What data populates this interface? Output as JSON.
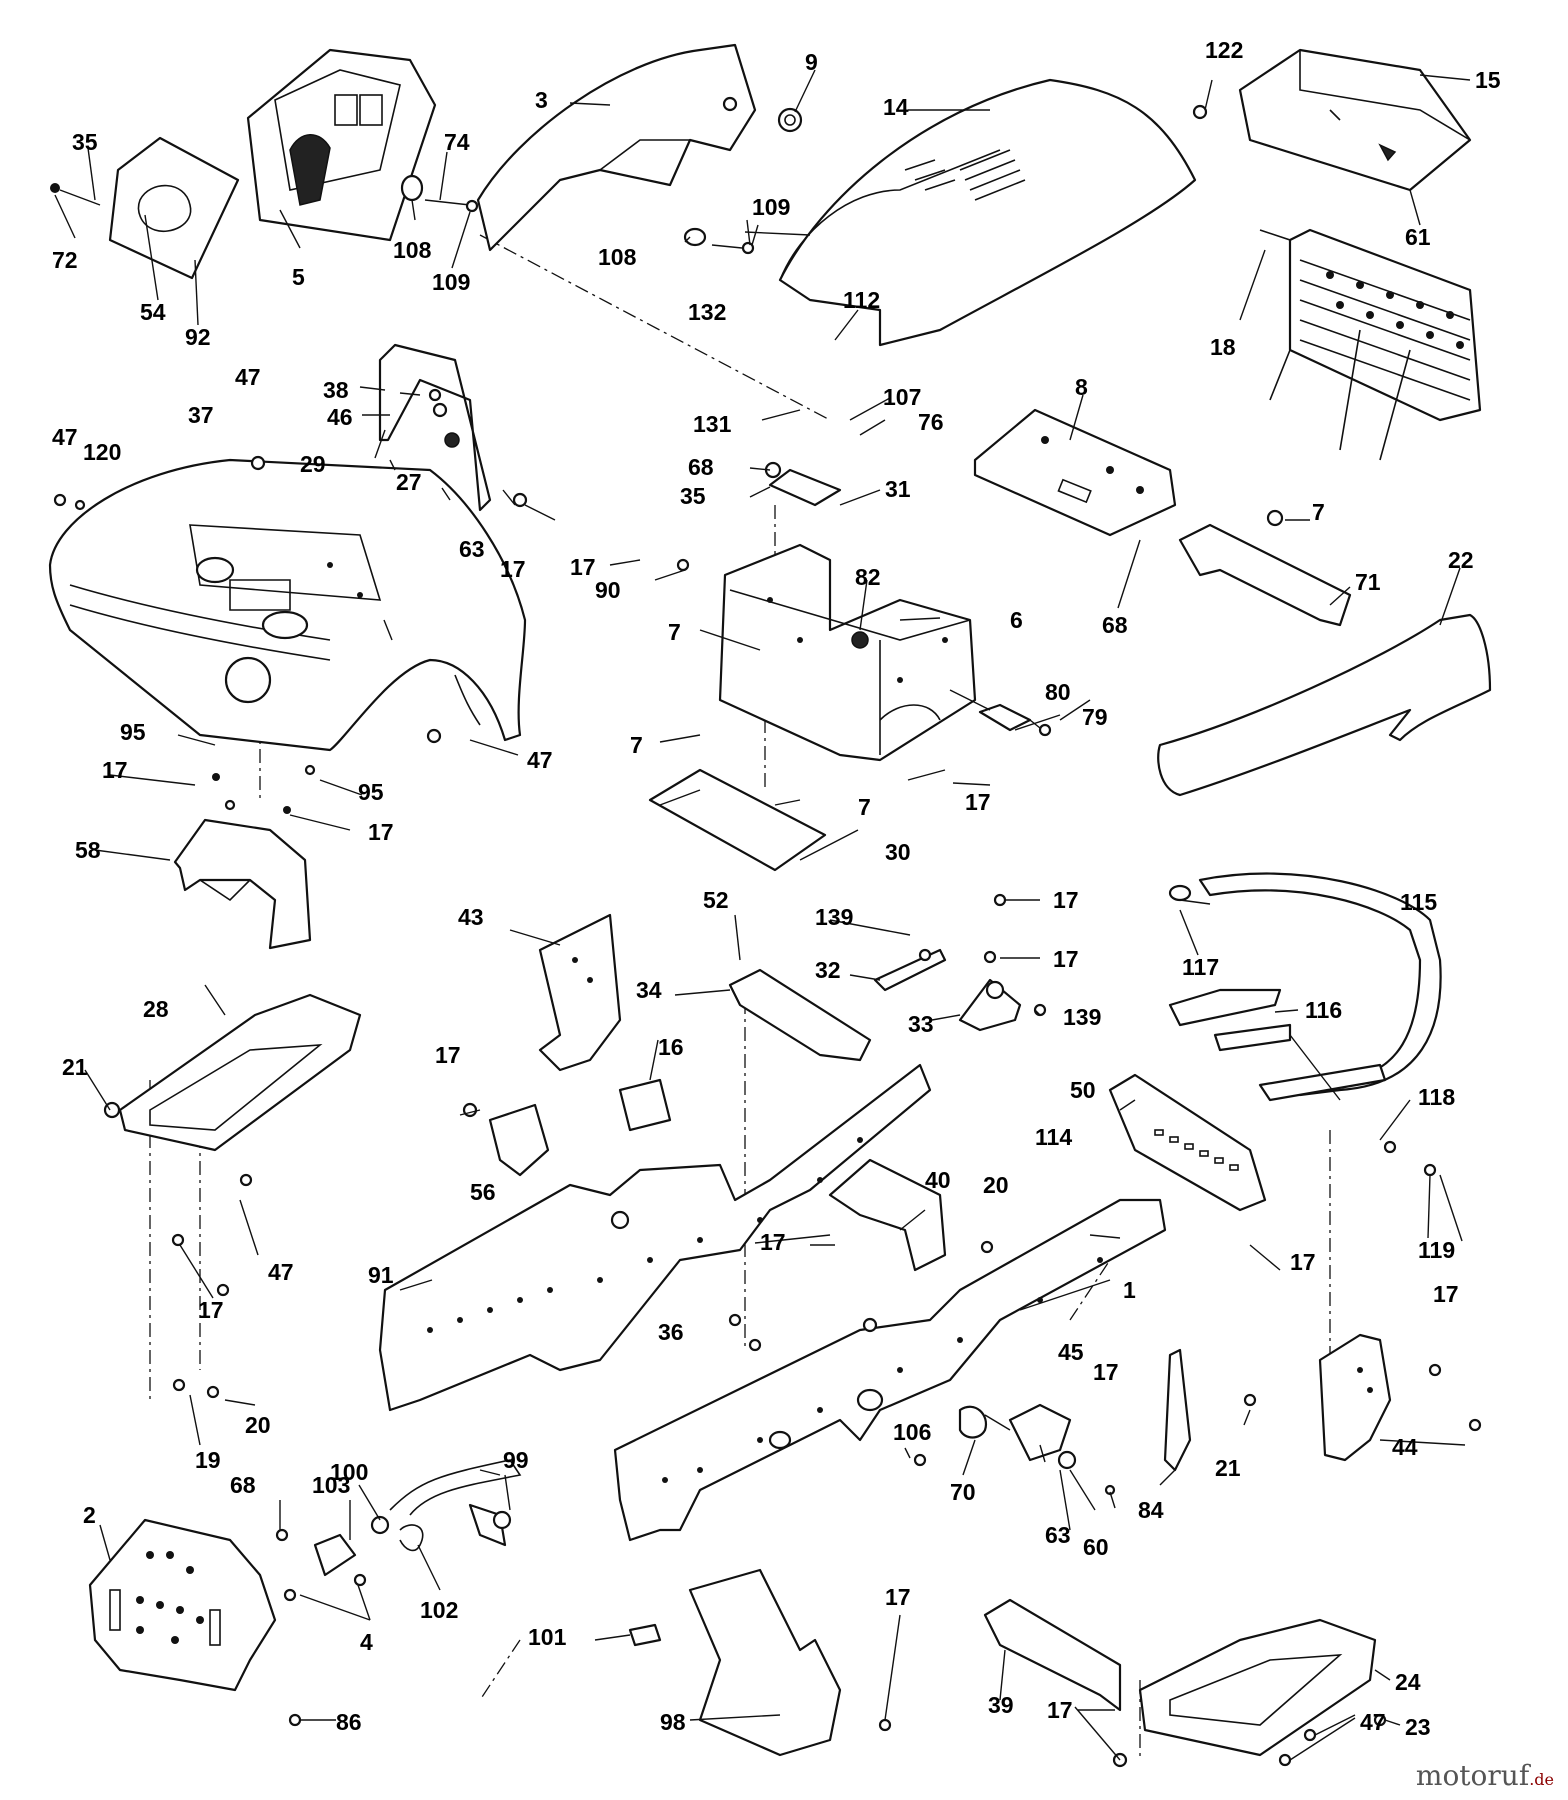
{
  "callouts": [
    "1",
    "2",
    "3",
    "4",
    "5",
    "6",
    "7",
    "8",
    "9",
    "14",
    "15",
    "16",
    "17",
    "18",
    "19",
    "20",
    "21",
    "22",
    "23",
    "24",
    "27",
    "28",
    "29",
    "30",
    "31",
    "32",
    "33",
    "34",
    "35",
    "36",
    "37",
    "38",
    "39",
    "40",
    "43",
    "44",
    "45",
    "46",
    "47",
    "50",
    "52",
    "54",
    "56",
    "58",
    "60",
    "61",
    "63",
    "68",
    "70",
    "71",
    "72",
    "74",
    "76",
    "79",
    "80",
    "82",
    "84",
    "86",
    "90",
    "91",
    "92",
    "95",
    "98",
    "99",
    "100",
    "101",
    "102",
    "103",
    "106",
    "107",
    "108",
    "109",
    "112",
    "114",
    "115",
    "116",
    "117",
    "118",
    "119",
    "120",
    "122",
    "131",
    "132",
    "139"
  ],
  "watermark": {
    "brand": "motoruf",
    "tld": ".de"
  },
  "colors": {
    "ink": "#111111",
    "paper": "#ffffff",
    "watermark": "#555555",
    "watermark_tld": "#8b0000"
  }
}
